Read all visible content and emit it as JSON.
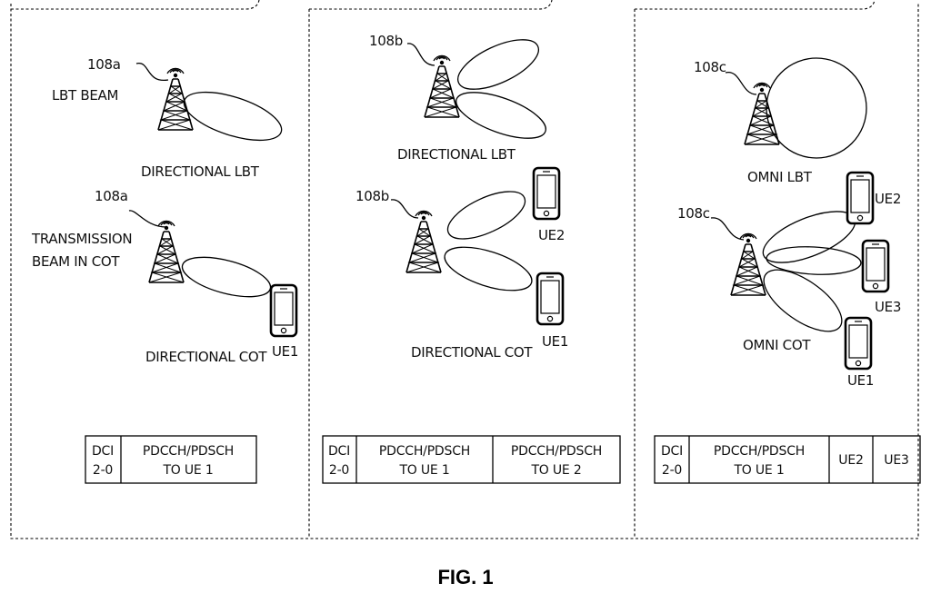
{
  "panel1": {
    "tower_top_ref": "108a",
    "lbt_beam_label": "LBT BEAM",
    "directional_lbt_caption": "DIRECTIONAL LBT",
    "tower_bottom_ref": "108a",
    "tx_beam_line1": "TRANSMISSION",
    "tx_beam_line2": "BEAM IN COT",
    "ue1_label": "UE1",
    "directional_cot_caption": "DIRECTIONAL COT",
    "table": {
      "dci_line1": "DCI",
      "dci_line2": "2-0",
      "c1_line1": "PDCCH/PDSCH",
      "c1_line2": "TO UE 1"
    }
  },
  "panel2": {
    "tower_top_ref": "108b",
    "directional_lbt_caption": "DIRECTIONAL LBT",
    "tower_bottom_ref": "108b",
    "ue2_label": "UE2",
    "ue1_label": "UE1",
    "directional_cot_caption": "DIRECTIONAL COT",
    "table": {
      "dci_line1": "DCI",
      "dci_line2": "2-0",
      "c1_line1": "PDCCH/PDSCH",
      "c1_line2": "TO UE 1",
      "c2_line1": "PDCCH/PDSCH",
      "c2_line2": "TO UE 2"
    }
  },
  "panel3": {
    "tower_top_ref": "108c",
    "omni_lbt_caption": "OMNI LBT",
    "tower_bottom_ref": "108c",
    "ue2_label": "UE2",
    "ue3_label": "UE3",
    "ue1_label": "UE1",
    "omni_cot_caption": "OMNI COT",
    "table": {
      "dci_line1": "DCI",
      "dci_line2": "2-0",
      "c1_line1": "PDCCH/PDSCH",
      "c1_line2": "TO UE 1",
      "c2": "UE2",
      "c3": "UE3"
    }
  },
  "figure_caption": "FIG. 1",
  "icons": [
    "tower-icon",
    "phone-icon",
    "beam-ellipse",
    "leader-line"
  ]
}
